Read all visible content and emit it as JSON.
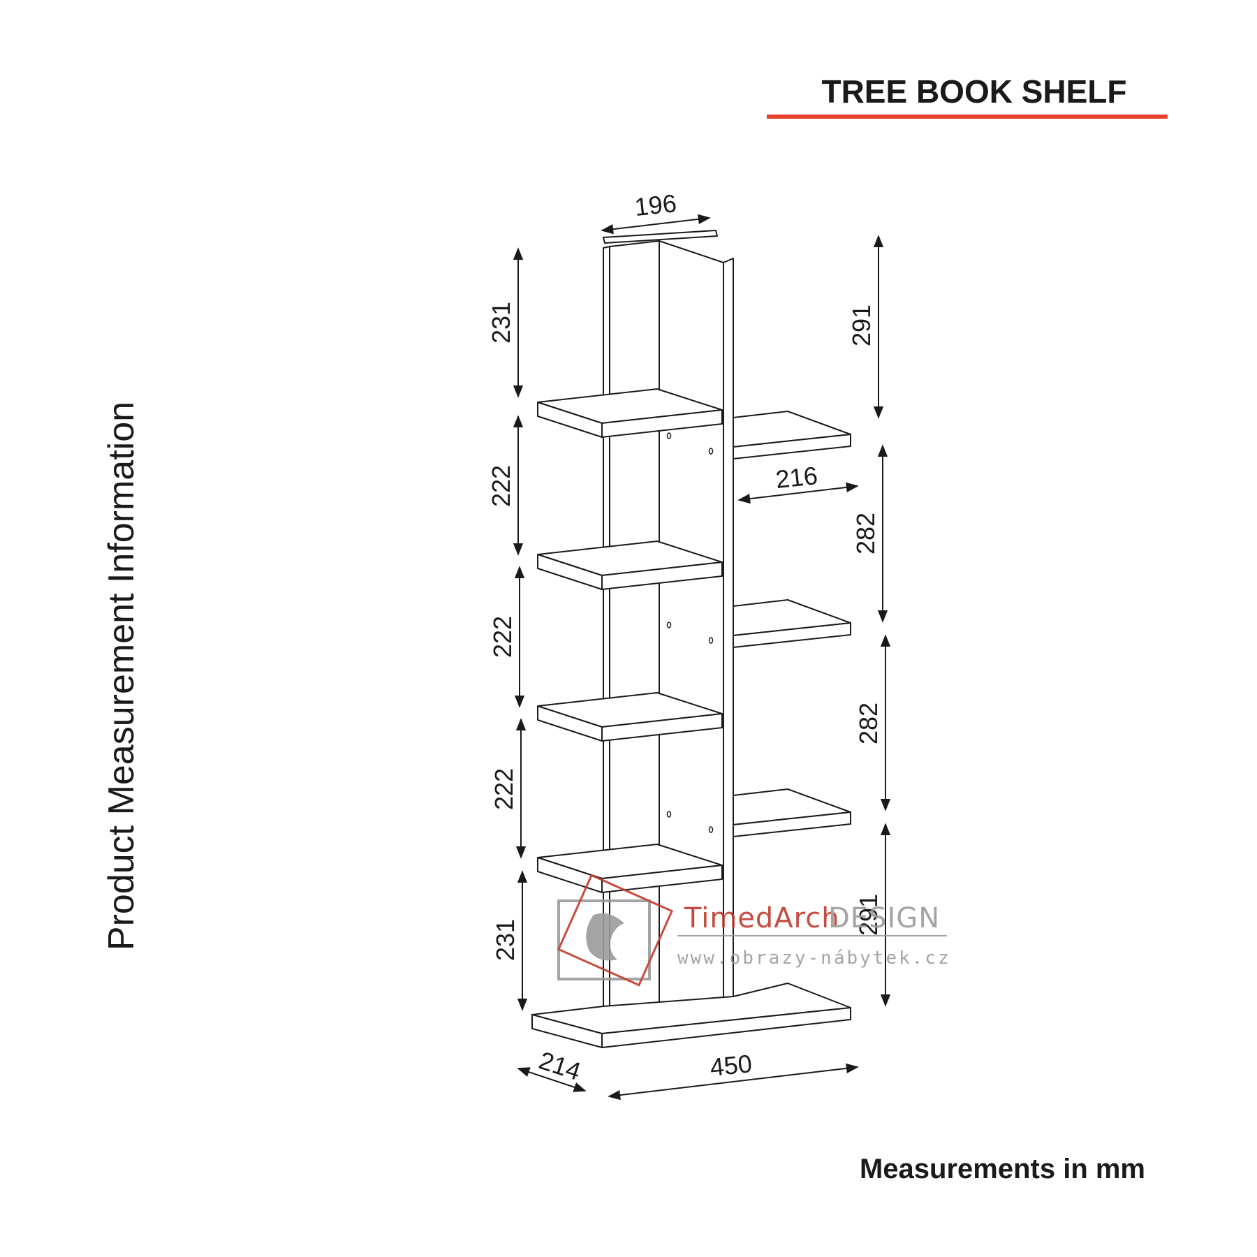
{
  "header": {
    "title": "TREE BOOK SHELF",
    "accent_color": "#e4412a"
  },
  "side_title": "Product Measurement Information",
  "footer": {
    "units_note": "Measurements in mm"
  },
  "dimensions": {
    "top_width": "196",
    "left_shelf_spacing": [
      "231",
      "222",
      "222",
      "222",
      "231"
    ],
    "right_shelf_spacing": [
      "291",
      "282",
      "282",
      "291"
    ],
    "right_shelf_width": "216",
    "depth": "214",
    "base_width": "450"
  },
  "watermark": {
    "brand_line1": "TimedArch",
    "brand_line2": "DESIGN",
    "url": "www.obrazy-nábytek.cz",
    "colors": {
      "red": "#c0392b",
      "gray": "#9b9b9b"
    }
  }
}
